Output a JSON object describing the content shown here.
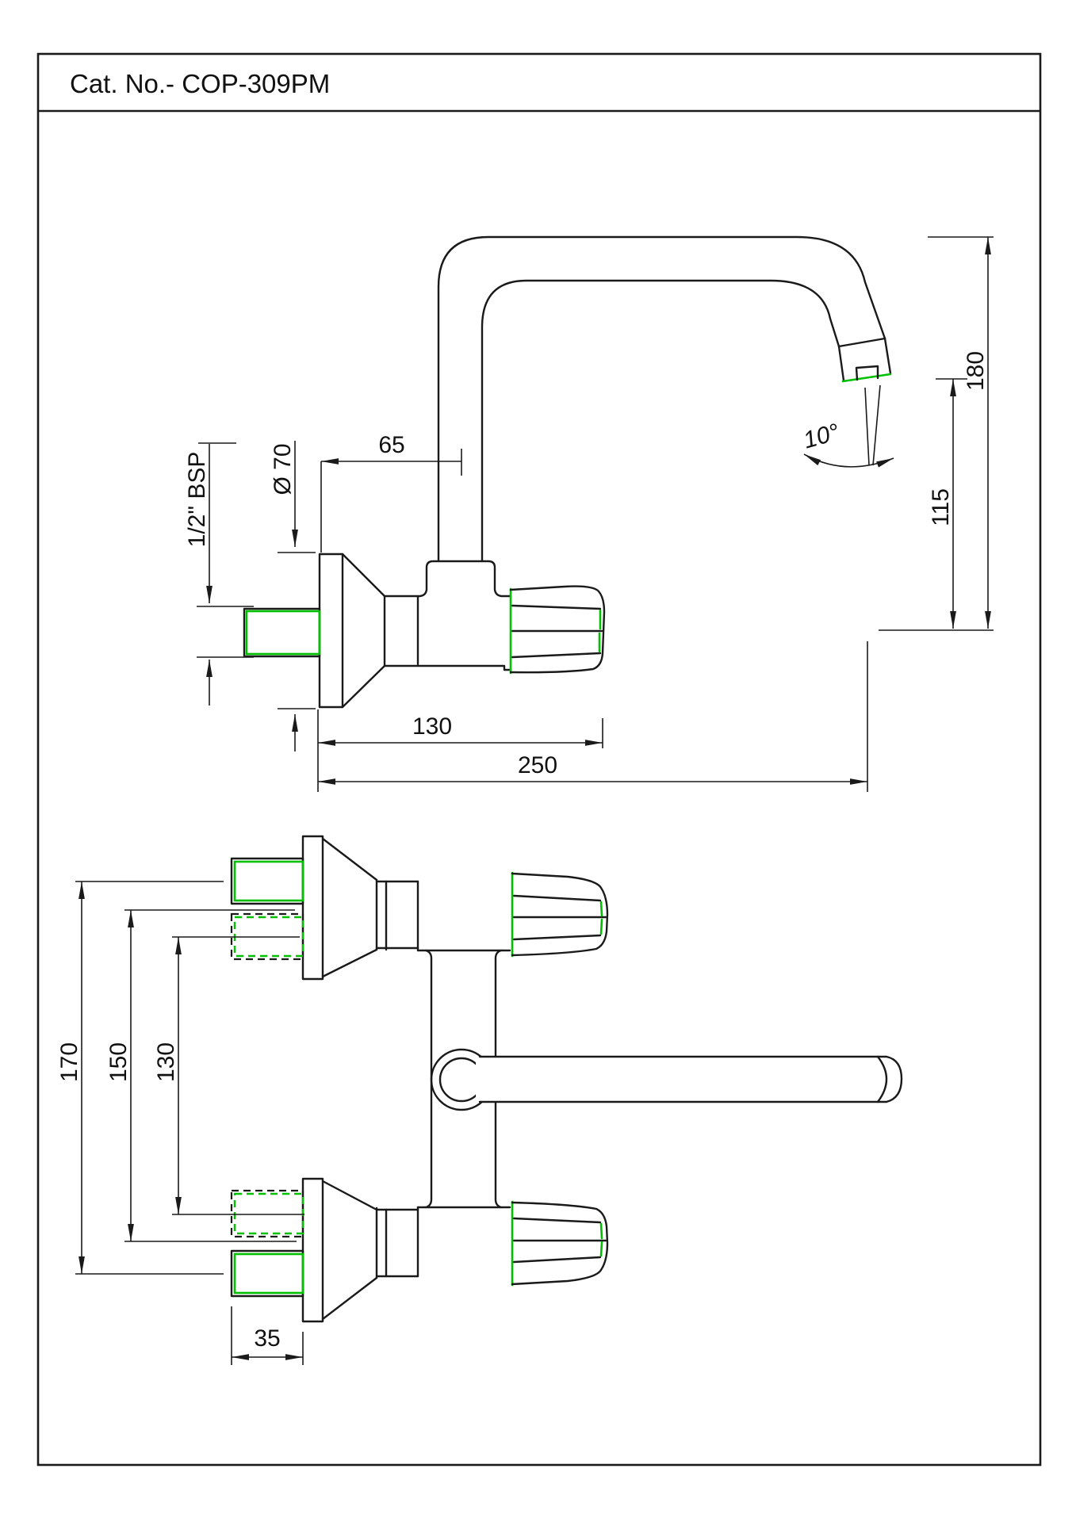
{
  "title": "Cat. No.- COP-309PM",
  "colors": {
    "line": "#1a1a1a",
    "highlight_green": "#00c000",
    "background": "#ffffff"
  },
  "side_view": {
    "name": "side-elevation-of-sink-mixer",
    "labels": {
      "spout_offset": "65",
      "flange_diameter": "Ø 70",
      "inlet_thread": "1/2\" BSP",
      "wall_to_handle": "130",
      "wall_to_spout_outlet": "250",
      "outlet_height": "115",
      "overall_height": "180",
      "spout_angle": "10°"
    }
  },
  "front_view": {
    "name": "front-elevation-of-sink-mixer",
    "labels": {
      "inlet_centers_outer": "170",
      "inlet_centers_mid": "150",
      "inlet_centers_inner": "130",
      "inlet_projection": "35"
    }
  }
}
